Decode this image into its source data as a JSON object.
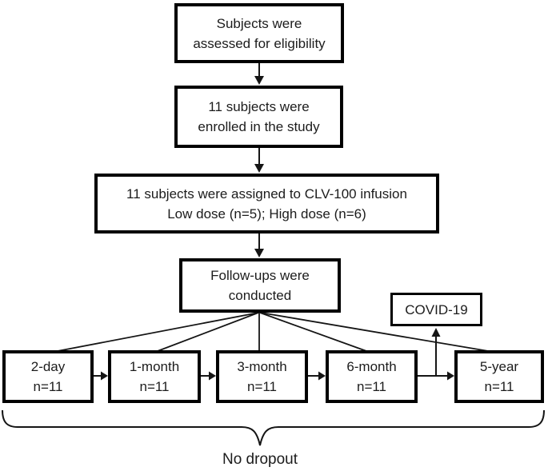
{
  "diagram": {
    "boxes": {
      "eligibility": {
        "line1": "Subjects were",
        "line2": "assessed for eligibility"
      },
      "enrolled": {
        "line1": "11 subjects were",
        "line2": "enrolled in the study"
      },
      "assigned": {
        "line1": "11 subjects were assigned to CLV-100 infusion",
        "line2": "Low dose (n=5); High dose (n=6)"
      },
      "followups": {
        "line1": "Follow-ups were",
        "line2": "conducted"
      },
      "covid": {
        "label": "COVID-19"
      }
    },
    "timepoints": [
      {
        "label": "2-day",
        "count": "n=11"
      },
      {
        "label": "1-month",
        "count": "n=11"
      },
      {
        "label": "3-month",
        "count": "n=11"
      },
      {
        "label": "6-month",
        "count": "n=11"
      },
      {
        "label": "5-year",
        "count": "n=11"
      }
    ],
    "brace_label": "No dropout",
    "colors": {
      "background": "#ffffff",
      "box_border": "#000000",
      "text": "#1c1c1c",
      "line": "#151515"
    }
  }
}
